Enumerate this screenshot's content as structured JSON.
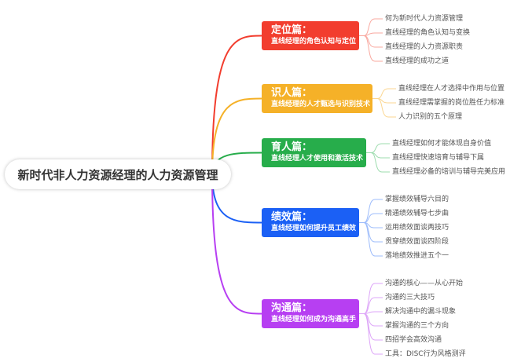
{
  "root": {
    "label": "新时代非人力资源经理的人力资源管理"
  },
  "topics": [
    {
      "title": "定位篇：",
      "subtitle": "直线经理的角色认知与定位",
      "color": "#f23d2e",
      "items": [
        "何为新时代人力资源管理",
        "直线经理的角色认知与变换",
        "直线经理的人力资源职责",
        "直线经理的成功之道"
      ]
    },
    {
      "title": "识人篇：",
      "subtitle": "直线经理的人才甄选与识别技术",
      "color": "#f5b128",
      "items": [
        "直线经理在人才选择中作用与位置",
        "直线经理需掌握的岗位胜任力标准",
        "人力识别的五个原理"
      ]
    },
    {
      "title": "育人篇：",
      "subtitle": "直线经理人才使用和激活技术",
      "color": "#27ad4b",
      "items": [
        "直线经理如何才能体现自身价值",
        "直线经理快速培育与辅导下属",
        "直线经理必备的培训与辅导完美应用"
      ]
    },
    {
      "title": "绩效篇：",
      "subtitle": "直线经理如何提升员工绩效",
      "color": "#1b60f5",
      "items": [
        "掌握绩效辅导六目的",
        "精通绩效辅导七步曲",
        "运用绩效面谈两技巧",
        "贯穿绩效面谈四阶段",
        "落地绩效推进五个一"
      ]
    },
    {
      "title": "沟通篇：",
      "subtitle": "直线经理如何成为沟通高手",
      "color": "#b73ff2",
      "items": [
        "沟通的核心——从心开始",
        "沟通的三大技巧",
        "解决沟通中的漏斗现象",
        "掌握沟通的三个方向",
        "四招学会高效沟通",
        "工具：DISC行为风格测评"
      ]
    }
  ]
}
